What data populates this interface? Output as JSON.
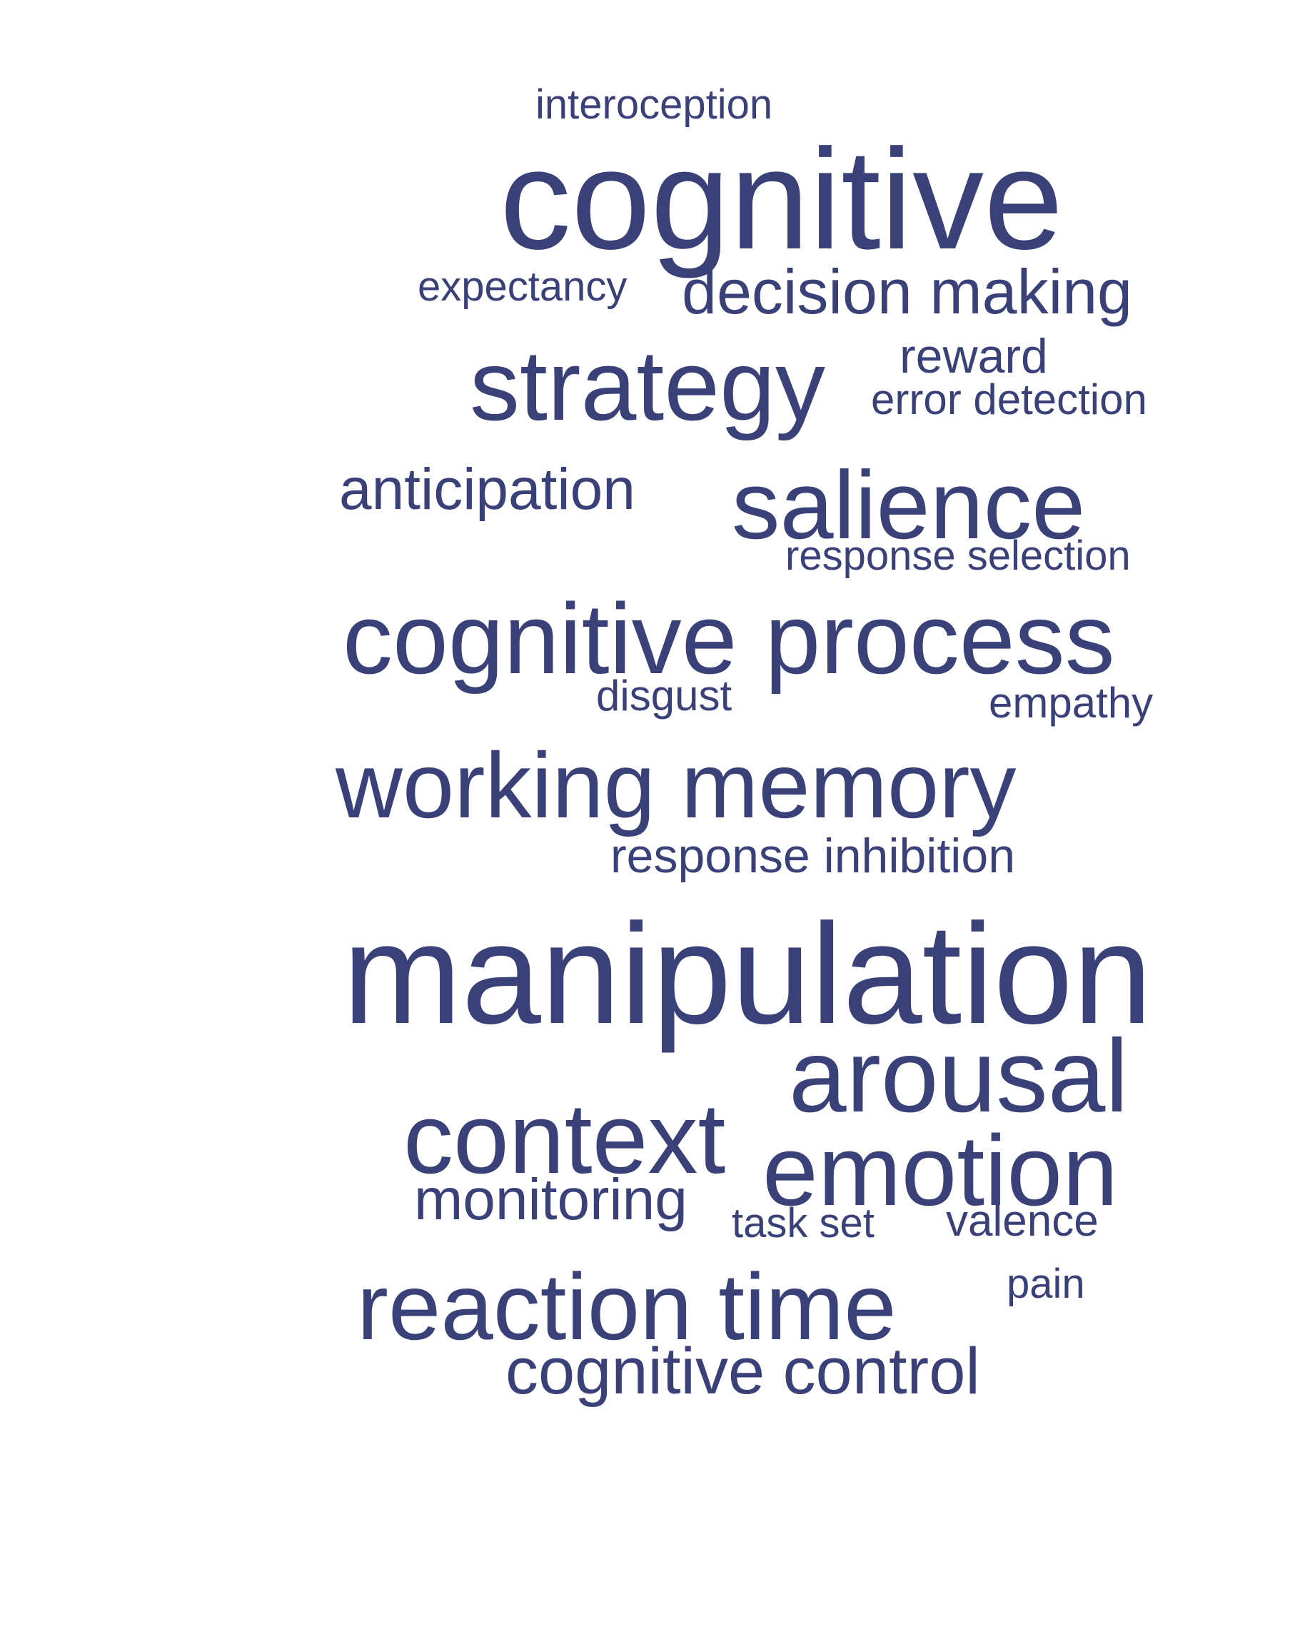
{
  "colors": {
    "background": "#ffffff",
    "word": "#3a4078"
  },
  "words": [
    {
      "text": "interoception",
      "weight": 1
    },
    {
      "text": "cognitive",
      "weight": 4
    },
    {
      "text": "expectancy",
      "weight": 1
    },
    {
      "text": "decision making",
      "weight": 2
    },
    {
      "text": "strategy",
      "weight": 3
    },
    {
      "text": "reward",
      "weight": 1
    },
    {
      "text": "error detection",
      "weight": 1
    },
    {
      "text": "anticipation",
      "weight": 2
    },
    {
      "text": "salience",
      "weight": 3
    },
    {
      "text": "response selection",
      "weight": 1
    },
    {
      "text": "cognitive process",
      "weight": 3
    },
    {
      "text": "disgust",
      "weight": 1
    },
    {
      "text": "empathy",
      "weight": 1
    },
    {
      "text": "working memory",
      "weight": 3
    },
    {
      "text": "response inhibition",
      "weight": 1
    },
    {
      "text": "manipulation",
      "weight": 5
    },
    {
      "text": "arousal",
      "weight": 3
    },
    {
      "text": "context",
      "weight": 3
    },
    {
      "text": "emotion",
      "weight": 3
    },
    {
      "text": "monitoring",
      "weight": 2
    },
    {
      "text": "task set",
      "weight": 1
    },
    {
      "text": "valence",
      "weight": 1
    },
    {
      "text": "reaction time",
      "weight": 3
    },
    {
      "text": "pain",
      "weight": 1
    },
    {
      "text": "cognitive control",
      "weight": 2
    }
  ]
}
